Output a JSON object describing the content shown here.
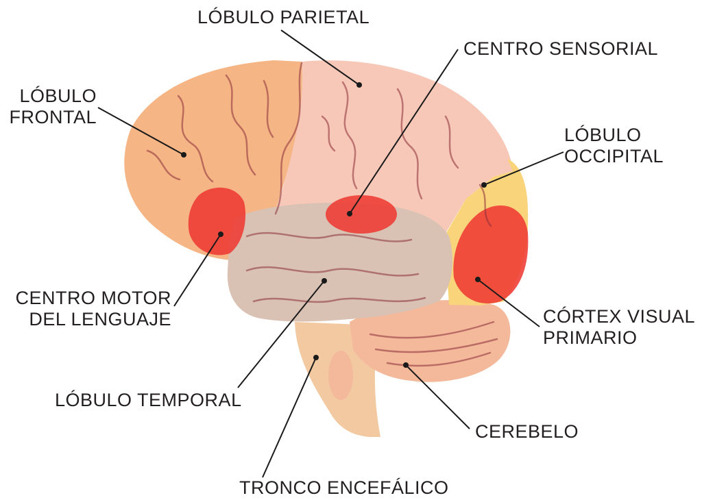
{
  "colors": {
    "frontal": "#f6b584",
    "parietal": "#f7c8b7",
    "temporal": "#d9c2b4",
    "occipital": "#f9d47a",
    "hotspot": "#ee3a33",
    "cerebellum": "#f3b99a",
    "brainstem": "#f3c9a2",
    "sulcus": "#8c2f3a",
    "leader": "#1a1a1a",
    "text": "#231f20"
  },
  "labels": {
    "parietal": "LÓBULO PARIETAL",
    "sensory": "CENTRO SENSORIAL",
    "frontal_1": "LÓBULO",
    "frontal_2": "FRONTAL",
    "occipital_1": "LÓBULO",
    "occipital_2": "OCCIPITAL",
    "speech_1": "CENTRO MOTOR",
    "speech_2": "DEL LENGUAJE",
    "visual_1": "CÓRTEX VISUAL",
    "visual_2": "PRIMARIO",
    "temporal": "LÓBULO TEMPORAL",
    "cerebellum": "CEREBELO",
    "brainstem": "TRONCO ENCEFÁLICO"
  }
}
